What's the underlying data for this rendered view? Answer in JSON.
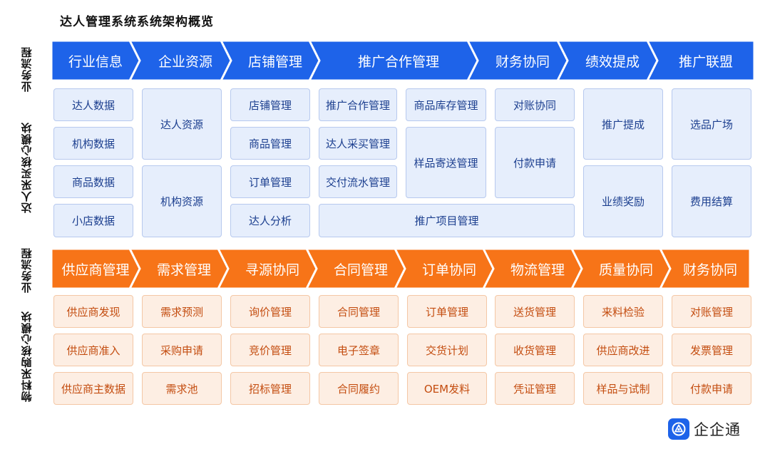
{
  "title": "达人管理系统系统架构概览",
  "colors": {
    "blue": "#1e63e9",
    "orange": "#f77418"
  },
  "labels": {
    "flow1": "业务流程",
    "module1": "达人采买核心模块",
    "flow2": "业务流程",
    "module2": "物料采购核心模块"
  },
  "blue_flow": [
    "行业信息",
    "企业资源",
    "店铺管理",
    "推广合作管理",
    "财务协同",
    "绩效提成",
    "推广联盟"
  ],
  "blue_cells": {
    "talent_data": "达人数据",
    "org_data": "机构数据",
    "goods_data": "商品数据",
    "shop_data": "小店数据",
    "talent_resource": "达人资源",
    "org_resource": "机构资源",
    "store_mgmt": "店铺管理",
    "goods_mgmt": "商品管理",
    "order_mgmt": "订单管理",
    "talent_analysis": "达人分析",
    "promo_coop_mgmt": "推广合作管理",
    "talent_purchase_mgmt": "达人采买管理",
    "delivery_flow_mgmt": "交付流水管理",
    "inventory_mgmt": "商品库存管理",
    "sample_mgmt": "样品寄送管理",
    "promo_project_mgmt": "推广项目管理",
    "reconcile": "对账协同",
    "payment_request": "付款申请",
    "promo_commission": "推广提成",
    "performance_reward": "业绩奖励",
    "selection_plaza": "选品广场",
    "fee_settlement": "费用结算"
  },
  "orange_flow": [
    "供应商管理",
    "需求管理",
    "寻源协同",
    "合同管理",
    "订单协同",
    "物流管理",
    "质量协同",
    "财务协同"
  ],
  "orange_columns": [
    [
      "供应商发现",
      "供应商准入",
      "供应商主数据"
    ],
    [
      "需求预测",
      "采购申请",
      "需求池"
    ],
    [
      "询价管理",
      "竞价管理",
      "招标管理"
    ],
    [
      "合同管理",
      "电子签章",
      "合同履约"
    ],
    [
      "订单管理",
      "交货计划",
      "OEM发料"
    ],
    [
      "送货管理",
      "收货管理",
      "凭证管理"
    ],
    [
      "来料检验",
      "供应商改进",
      "样品与试制"
    ],
    [
      "对账管理",
      "发票管理",
      "付款申请"
    ]
  ],
  "logo": {
    "text": "企企通",
    "icon": "qiqitong-logo-icon"
  }
}
